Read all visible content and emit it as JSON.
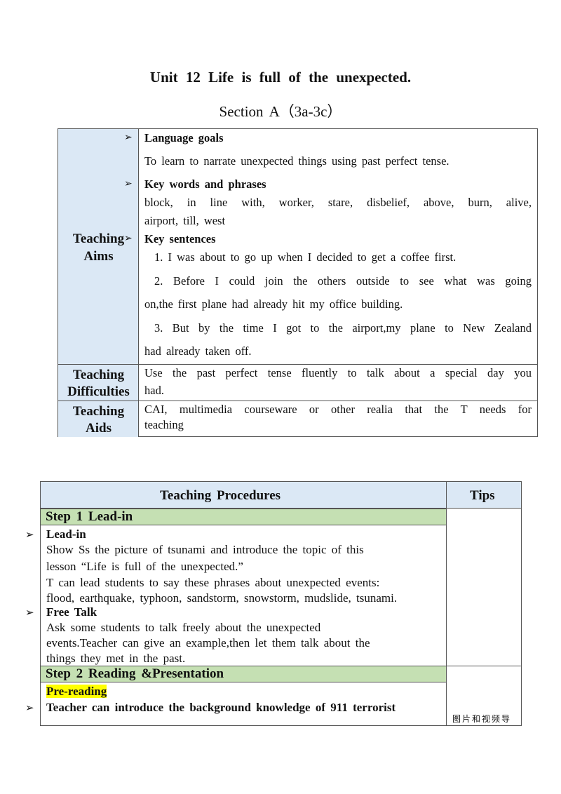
{
  "header": {
    "title": "Unit 12  Life is full of the unexpected.",
    "subtitle": "Section A（3a-3c）"
  },
  "info_table": {
    "aims_label": [
      "Teaching",
      "Aims"
    ],
    "language_goals_heading": "Language goals",
    "language_goals_text": "To learn to narrate unexpected things using past perfect tense.",
    "key_words_heading": "Key words and phrases",
    "key_words_line1": "block, in line with, worker, stare, disbelief, above, burn, alive,",
    "key_words_line2": "airport, till, west",
    "key_sentences_heading": "Key sentences",
    "sentences": [
      "1. I was about to go up when I decided to get a coffee first.",
      "2. Before I could join the others outside to see what was going",
      "on,the first plane had already hit my office building.",
      "3. But by the time I got to the airport,my plane to New Zealand",
      "had already taken off."
    ],
    "difficulties_label": [
      "Teaching",
      "Difficulties"
    ],
    "difficulties_line1": "Use the past perfect tense fluently to talk about a special day you",
    "difficulties_line2": "had.",
    "aids_label": [
      "Teaching",
      "Aids"
    ],
    "aids_line1": "CAI, multimedia courseware or other realia that the T needs for",
    "aids_line2": "teaching",
    "bullet_symbol": "➢"
  },
  "procedures_table": {
    "col_procedures": "Teaching Procedures",
    "col_tips": "Tips",
    "step1_title": "Step 1  Lead-in",
    "leadin_heading": "Lead-in",
    "leadin_lines": [
      "Show Ss the picture of tsunami and introduce the topic of this",
      "lesson  “Life is full of the unexpected.”",
      "T can lead students to say these phrases about unexpected events:",
      "flood, earthquake, typhoon, sandstorm, snowstorm, mudslide, tsunami."
    ],
    "freetalk_heading": "Free Talk",
    "freetalk_lines": [
      "Ask some students to talk freely about the unexpected",
      "events.Teacher can give an example,then let them talk about the",
      "things they met in the past."
    ],
    "step2_title": "Step 2  Reading &Presentation",
    "prereading_label": "Pre-reading",
    "prereading_line": "Teacher can introduce the background knowledge of 911 terrorist",
    "tips_note": "图片和视频导",
    "highlight_color": "#ffff00",
    "header_color": "#dbe8f5",
    "step_color": "#c5e0b3"
  }
}
